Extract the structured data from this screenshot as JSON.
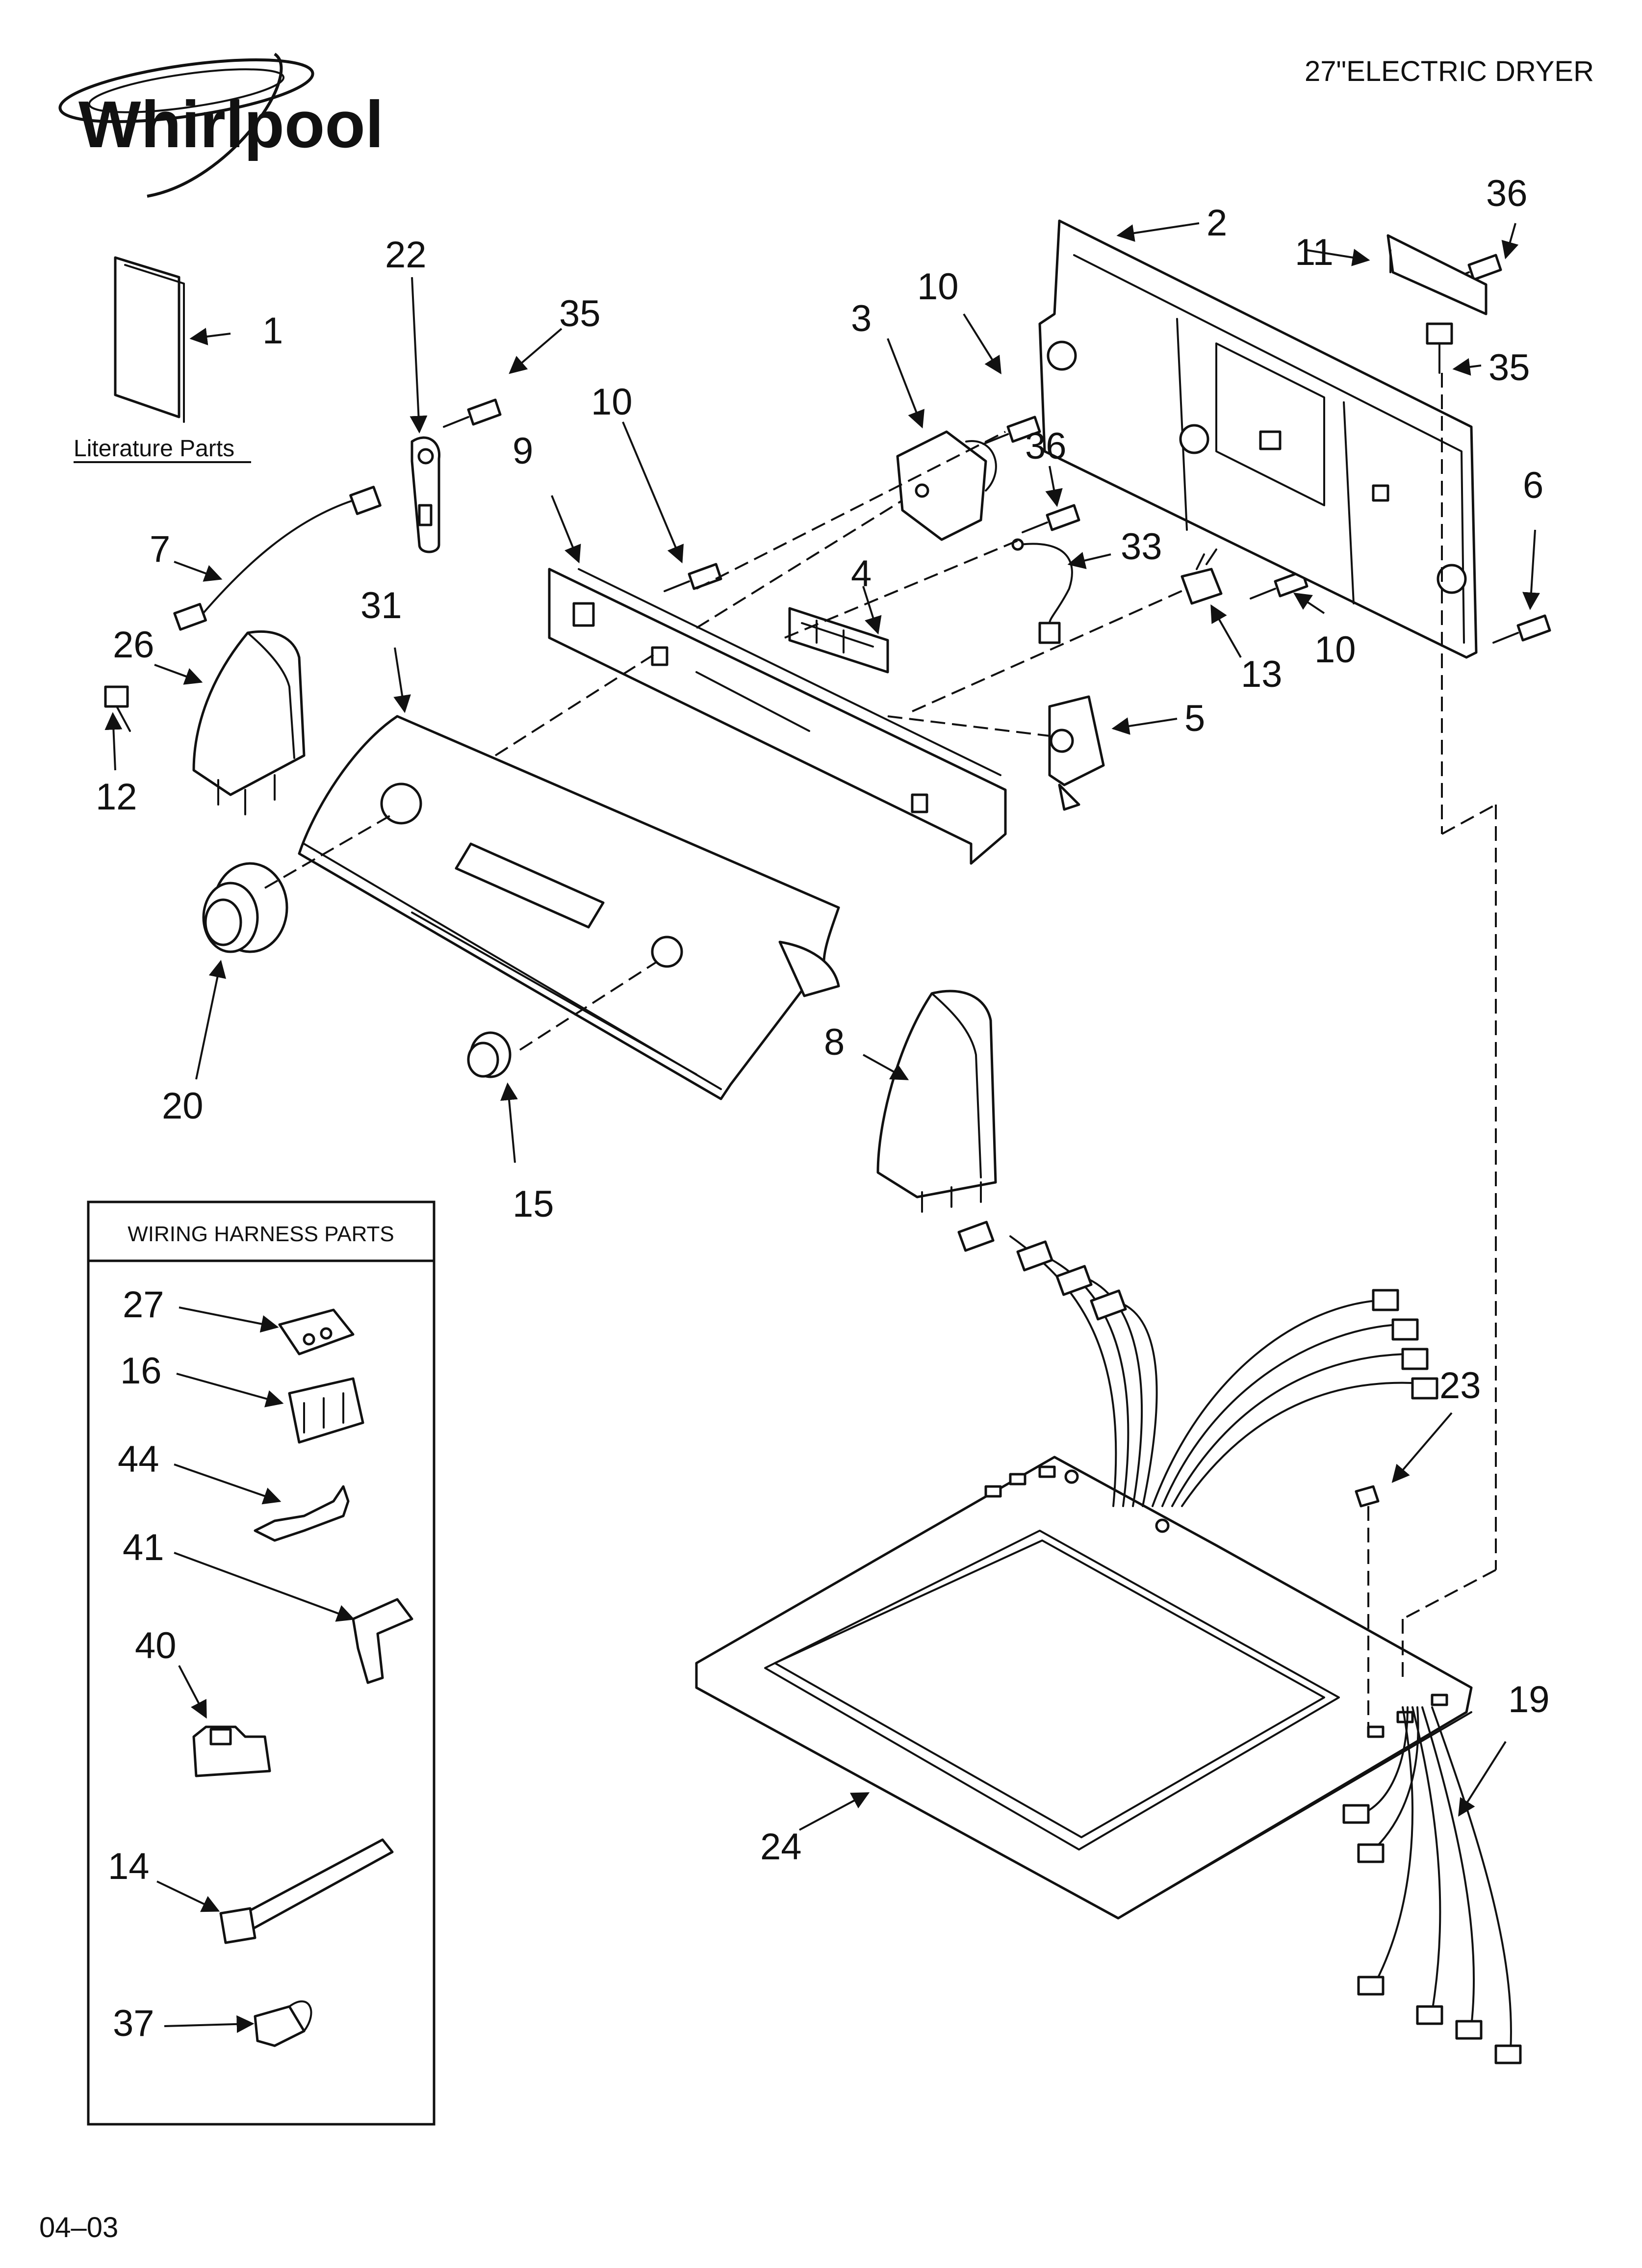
{
  "brand": {
    "logo_text": "Whirlpool"
  },
  "header": {
    "title": "27\"ELECTRIC DRYER"
  },
  "literature": {
    "label": "Literature Parts"
  },
  "wiring_box": {
    "title": "WIRING HARNESS PARTS"
  },
  "footer": {
    "code": "04–03"
  },
  "callouts": {
    "c1": "1",
    "c2": "2",
    "c3": "3",
    "c4": "4",
    "c5": "5",
    "c6": "6",
    "c7": "7",
    "c8": "8",
    "c9": "9",
    "c10a": "10",
    "c10b": "10",
    "c10c": "10",
    "c11": "11",
    "c12": "12",
    "c13": "13",
    "c14": "14",
    "c15": "15",
    "c16": "16",
    "c19": "19",
    "c20": "20",
    "c22": "22",
    "c23": "23",
    "c24": "24",
    "c26": "26",
    "c27": "27",
    "c31": "31",
    "c33": "33",
    "c35a": "35",
    "c35b": "35",
    "c36a": "36",
    "c36b": "36",
    "c37": "37",
    "c40": "40",
    "c41": "41",
    "c44": "44"
  }
}
